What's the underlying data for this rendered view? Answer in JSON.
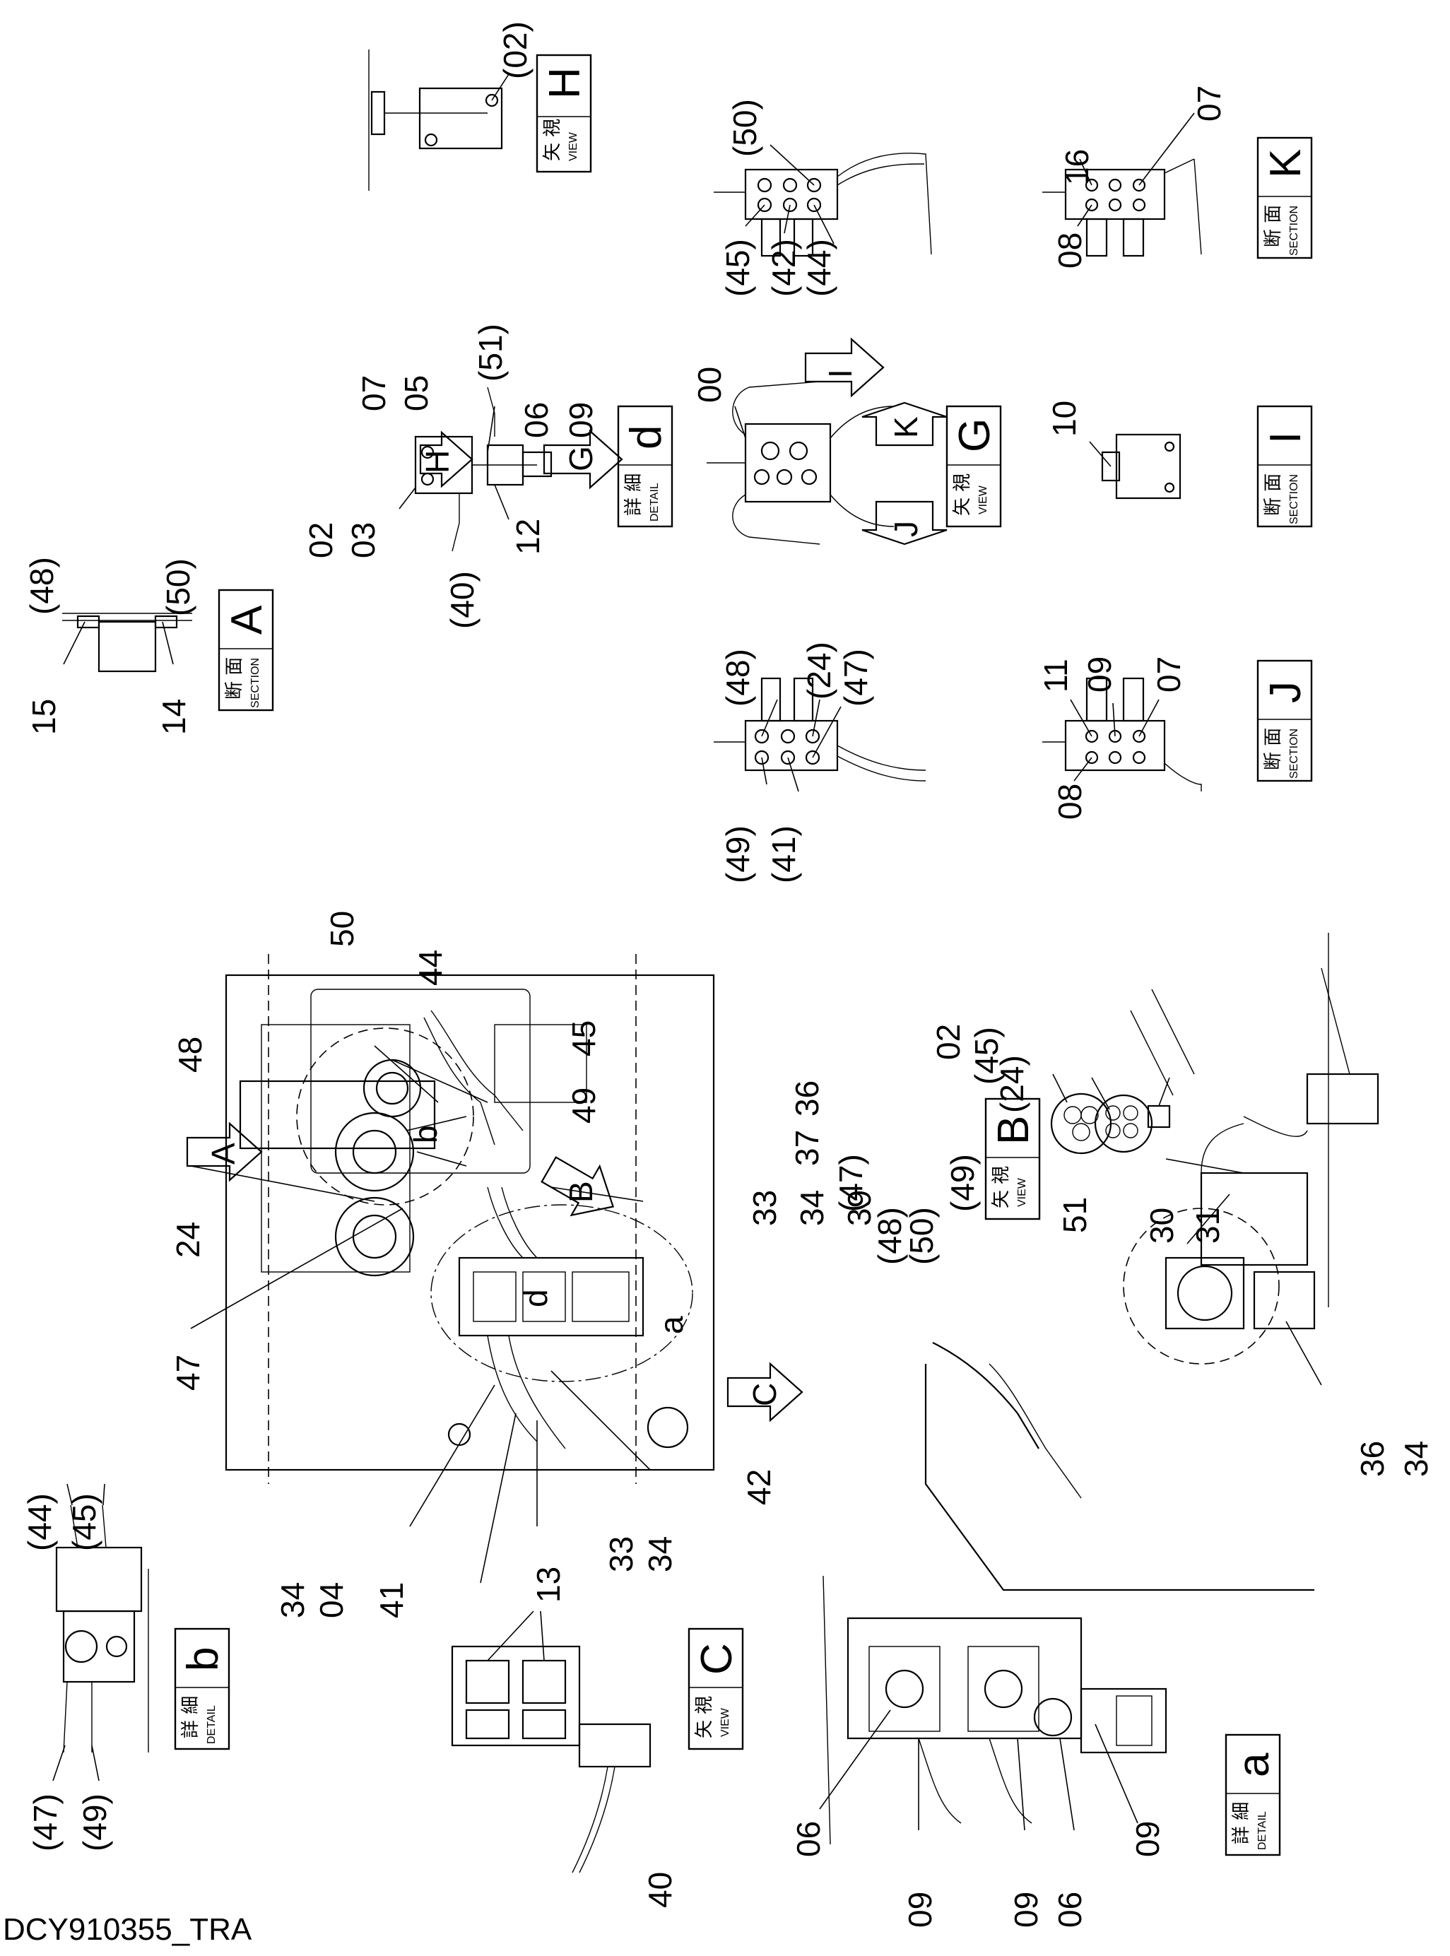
{
  "document_id": "DCY910355_TRA",
  "view_boxes": [
    {
      "id": "vb-H",
      "jp": "矢 視",
      "en": "VIEW",
      "letter": "H"
    },
    {
      "id": "vb-K",
      "jp": "断 面",
      "en": "SECTION",
      "letter": "K"
    },
    {
      "id": "vb-A",
      "jp": "断 面",
      "en": "SECTION",
      "letter": "A"
    },
    {
      "id": "vb-d",
      "jp": "詳 細",
      "en": "DETAIL",
      "letter": "d"
    },
    {
      "id": "vb-G",
      "jp": "矢 視",
      "en": "VIEW",
      "letter": "G"
    },
    {
      "id": "vb-I",
      "jp": "断 面",
      "en": "SECTION",
      "letter": "I"
    },
    {
      "id": "vb-J",
      "jp": "断 面",
      "en": "SECTION",
      "letter": "J"
    },
    {
      "id": "vb-B",
      "jp": "矢 視",
      "en": "VIEW",
      "letter": "B"
    },
    {
      "id": "vb-b",
      "jp": "詳 細",
      "en": "DETAIL",
      "letter": "b"
    },
    {
      "id": "vb-C",
      "jp": "矢 視",
      "en": "VIEW",
      "letter": "C"
    },
    {
      "id": "vb-a",
      "jp": "詳 細",
      "en": "DETAIL",
      "letter": "a"
    }
  ],
  "arrows": [
    "H",
    "G",
    "I",
    "K",
    "J",
    "A",
    "B",
    "C"
  ],
  "area_letters": [
    "b",
    "d",
    "a"
  ],
  "callouts": [
    "(02)",
    "(50)",
    "(45)",
    "(42)",
    "(44)",
    "16",
    "07",
    "08",
    "(48)",
    "(50)",
    "15",
    "14",
    "02",
    "03",
    "(40)",
    "12",
    "07",
    "05",
    "(51)",
    "06",
    "09",
    "00",
    "10",
    "(48)",
    "(24)",
    "(47)",
    "(49)",
    "(41)",
    "11",
    "09",
    "07",
    "08",
    "50",
    "44",
    "48",
    "45",
    "49",
    "24",
    "47",
    "33",
    "34",
    "39",
    "42",
    "34",
    "04",
    "41",
    "33",
    "34",
    "36",
    "37",
    "02",
    "(45)",
    "(24)",
    "(47)",
    "(49)",
    "(48)",
    "(50)",
    "51",
    "30",
    "31",
    "36",
    "34",
    "(44)",
    "(45)",
    "(47)",
    "(49)",
    "13",
    "40",
    "06",
    "09",
    "09",
    "09",
    "06"
  ]
}
